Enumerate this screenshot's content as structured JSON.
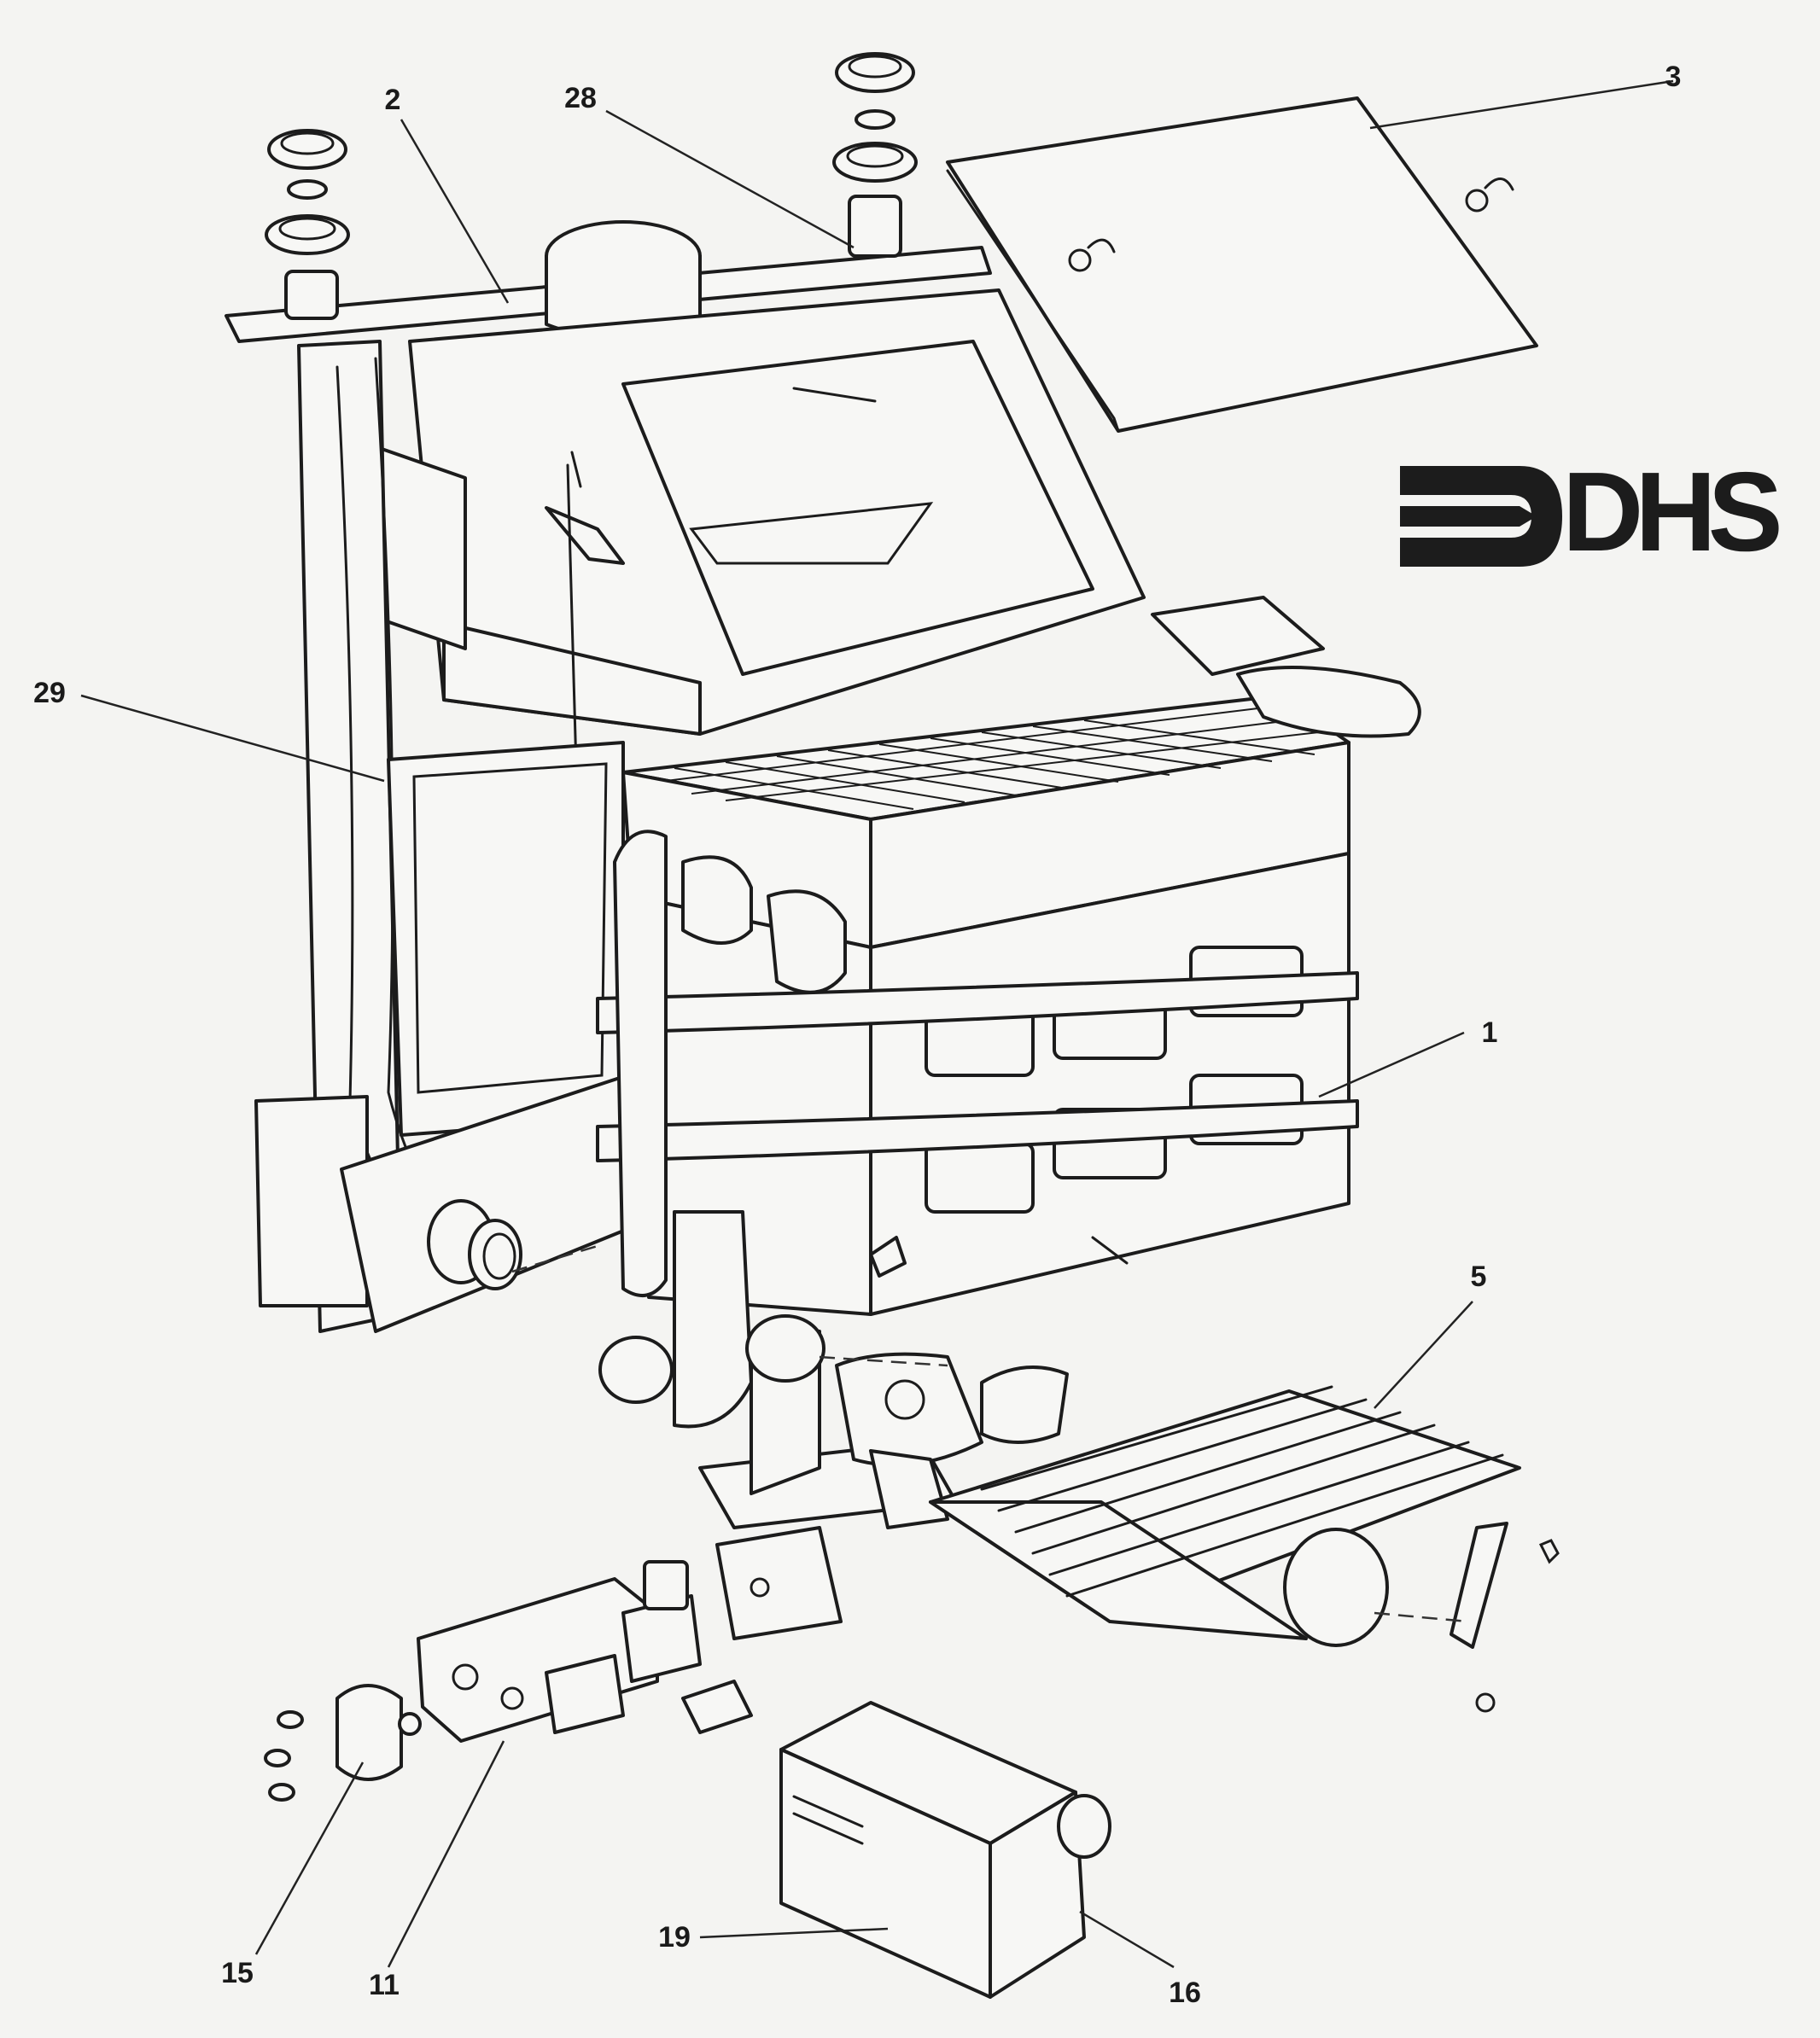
{
  "logo": {
    "text": "DHS"
  },
  "callouts": [
    {
      "id": "1",
      "label": "1"
    },
    {
      "id": "2",
      "label": "2"
    },
    {
      "id": "3",
      "label": "3"
    },
    {
      "id": "5",
      "label": "5"
    },
    {
      "id": "11",
      "label": "11"
    },
    {
      "id": "15",
      "label": "15"
    },
    {
      "id": "16",
      "label": "16"
    },
    {
      "id": "19",
      "label": "19"
    },
    {
      "id": "28",
      "label": "28"
    },
    {
      "id": "29",
      "label": "29"
    }
  ]
}
